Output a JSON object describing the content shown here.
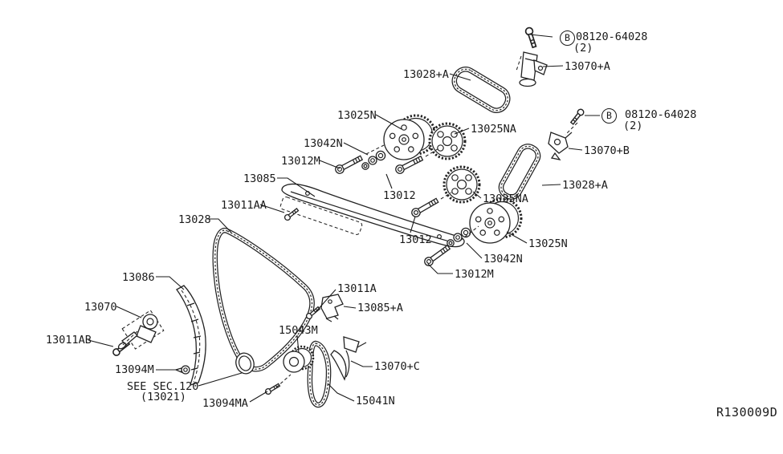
{
  "diagram": {
    "title_ref": "R130009D",
    "hardware_callout": {
      "letter": "B",
      "code": "08120-64028",
      "qty": "(2)"
    },
    "note": {
      "line1": "SEE SEC.120",
      "line2": "(13021)"
    },
    "parts": {
      "p13070a": "13070+A",
      "p13028a": "13028+A",
      "p13025n": "13025N",
      "p13025na": "13025NA",
      "p13042n": "13042N",
      "p13012m": "13012M",
      "p13012": "13012",
      "p13085": "13085",
      "p13011aa": "13011AA",
      "p13028": "13028",
      "p13086": "13086",
      "p13070": "13070",
      "p13011ab": "13011AB",
      "p13094m": "13094M",
      "p13094ma": "13094MA",
      "p13011a": "13011A",
      "p13085a": "13085+A",
      "p15043m": "15043M",
      "p13070c": "13070+C",
      "p15041n": "15041N",
      "p13070b": "13070+B"
    }
  }
}
